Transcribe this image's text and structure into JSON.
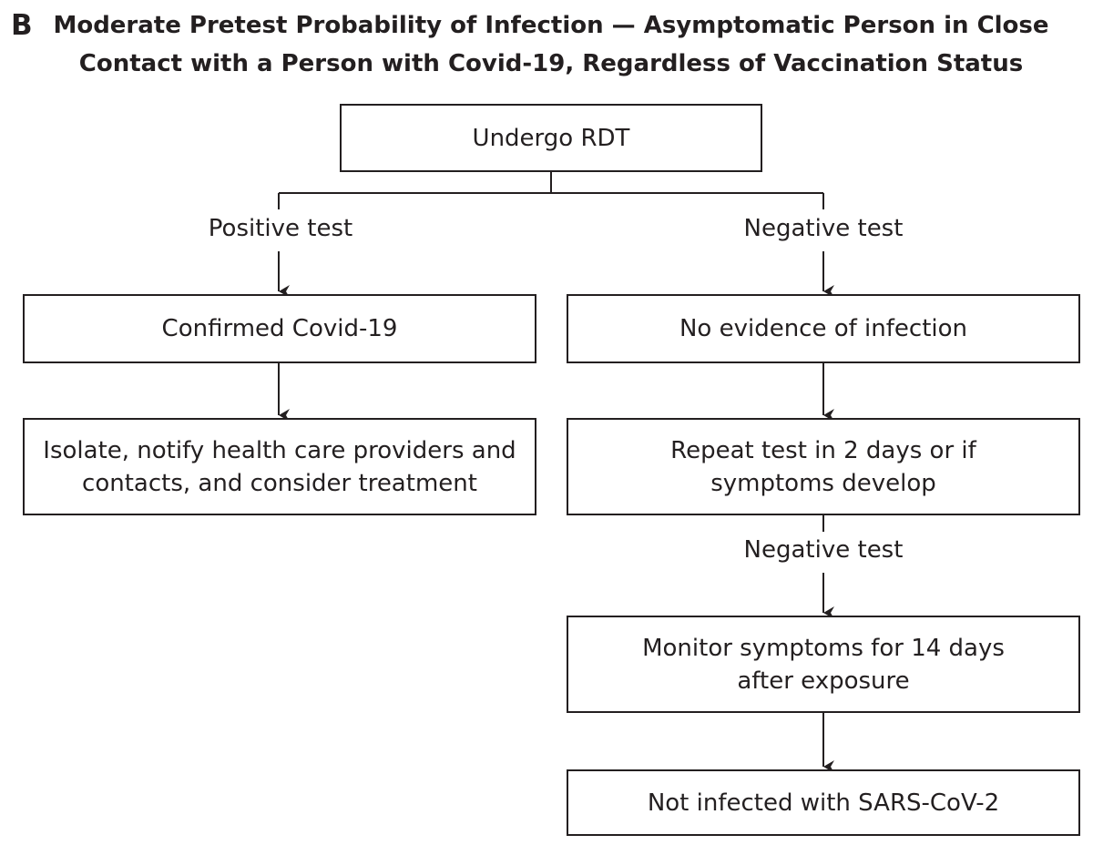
{
  "panel_letter": "B",
  "title": {
    "line1": "Moderate Pretest Probability of Infection — Asymptomatic Person in Close",
    "line2": "Contact with a Person with Covid-19, Regardless of Vaccination Status"
  },
  "nodes": {
    "root": "Undergo RDT",
    "positive_label": "Positive test",
    "negative_label": "Negative test",
    "confirmed": "Confirmed Covid-19",
    "no_evidence": "No evidence of infection",
    "isolate_line1": "Isolate, notify health care providers and",
    "isolate_line2": "contacts, and consider treatment",
    "repeat_line1": "Repeat test in 2 days or if",
    "repeat_line2": "symptoms develop",
    "second_negative_label": "Negative test",
    "monitor_line1": "Monitor symptoms for 14 days",
    "monitor_line2": "after exposure",
    "not_infected": "Not infected with SARS-CoV-2"
  },
  "colors": {
    "ink": "#231f20",
    "background": "#ffffff"
  }
}
